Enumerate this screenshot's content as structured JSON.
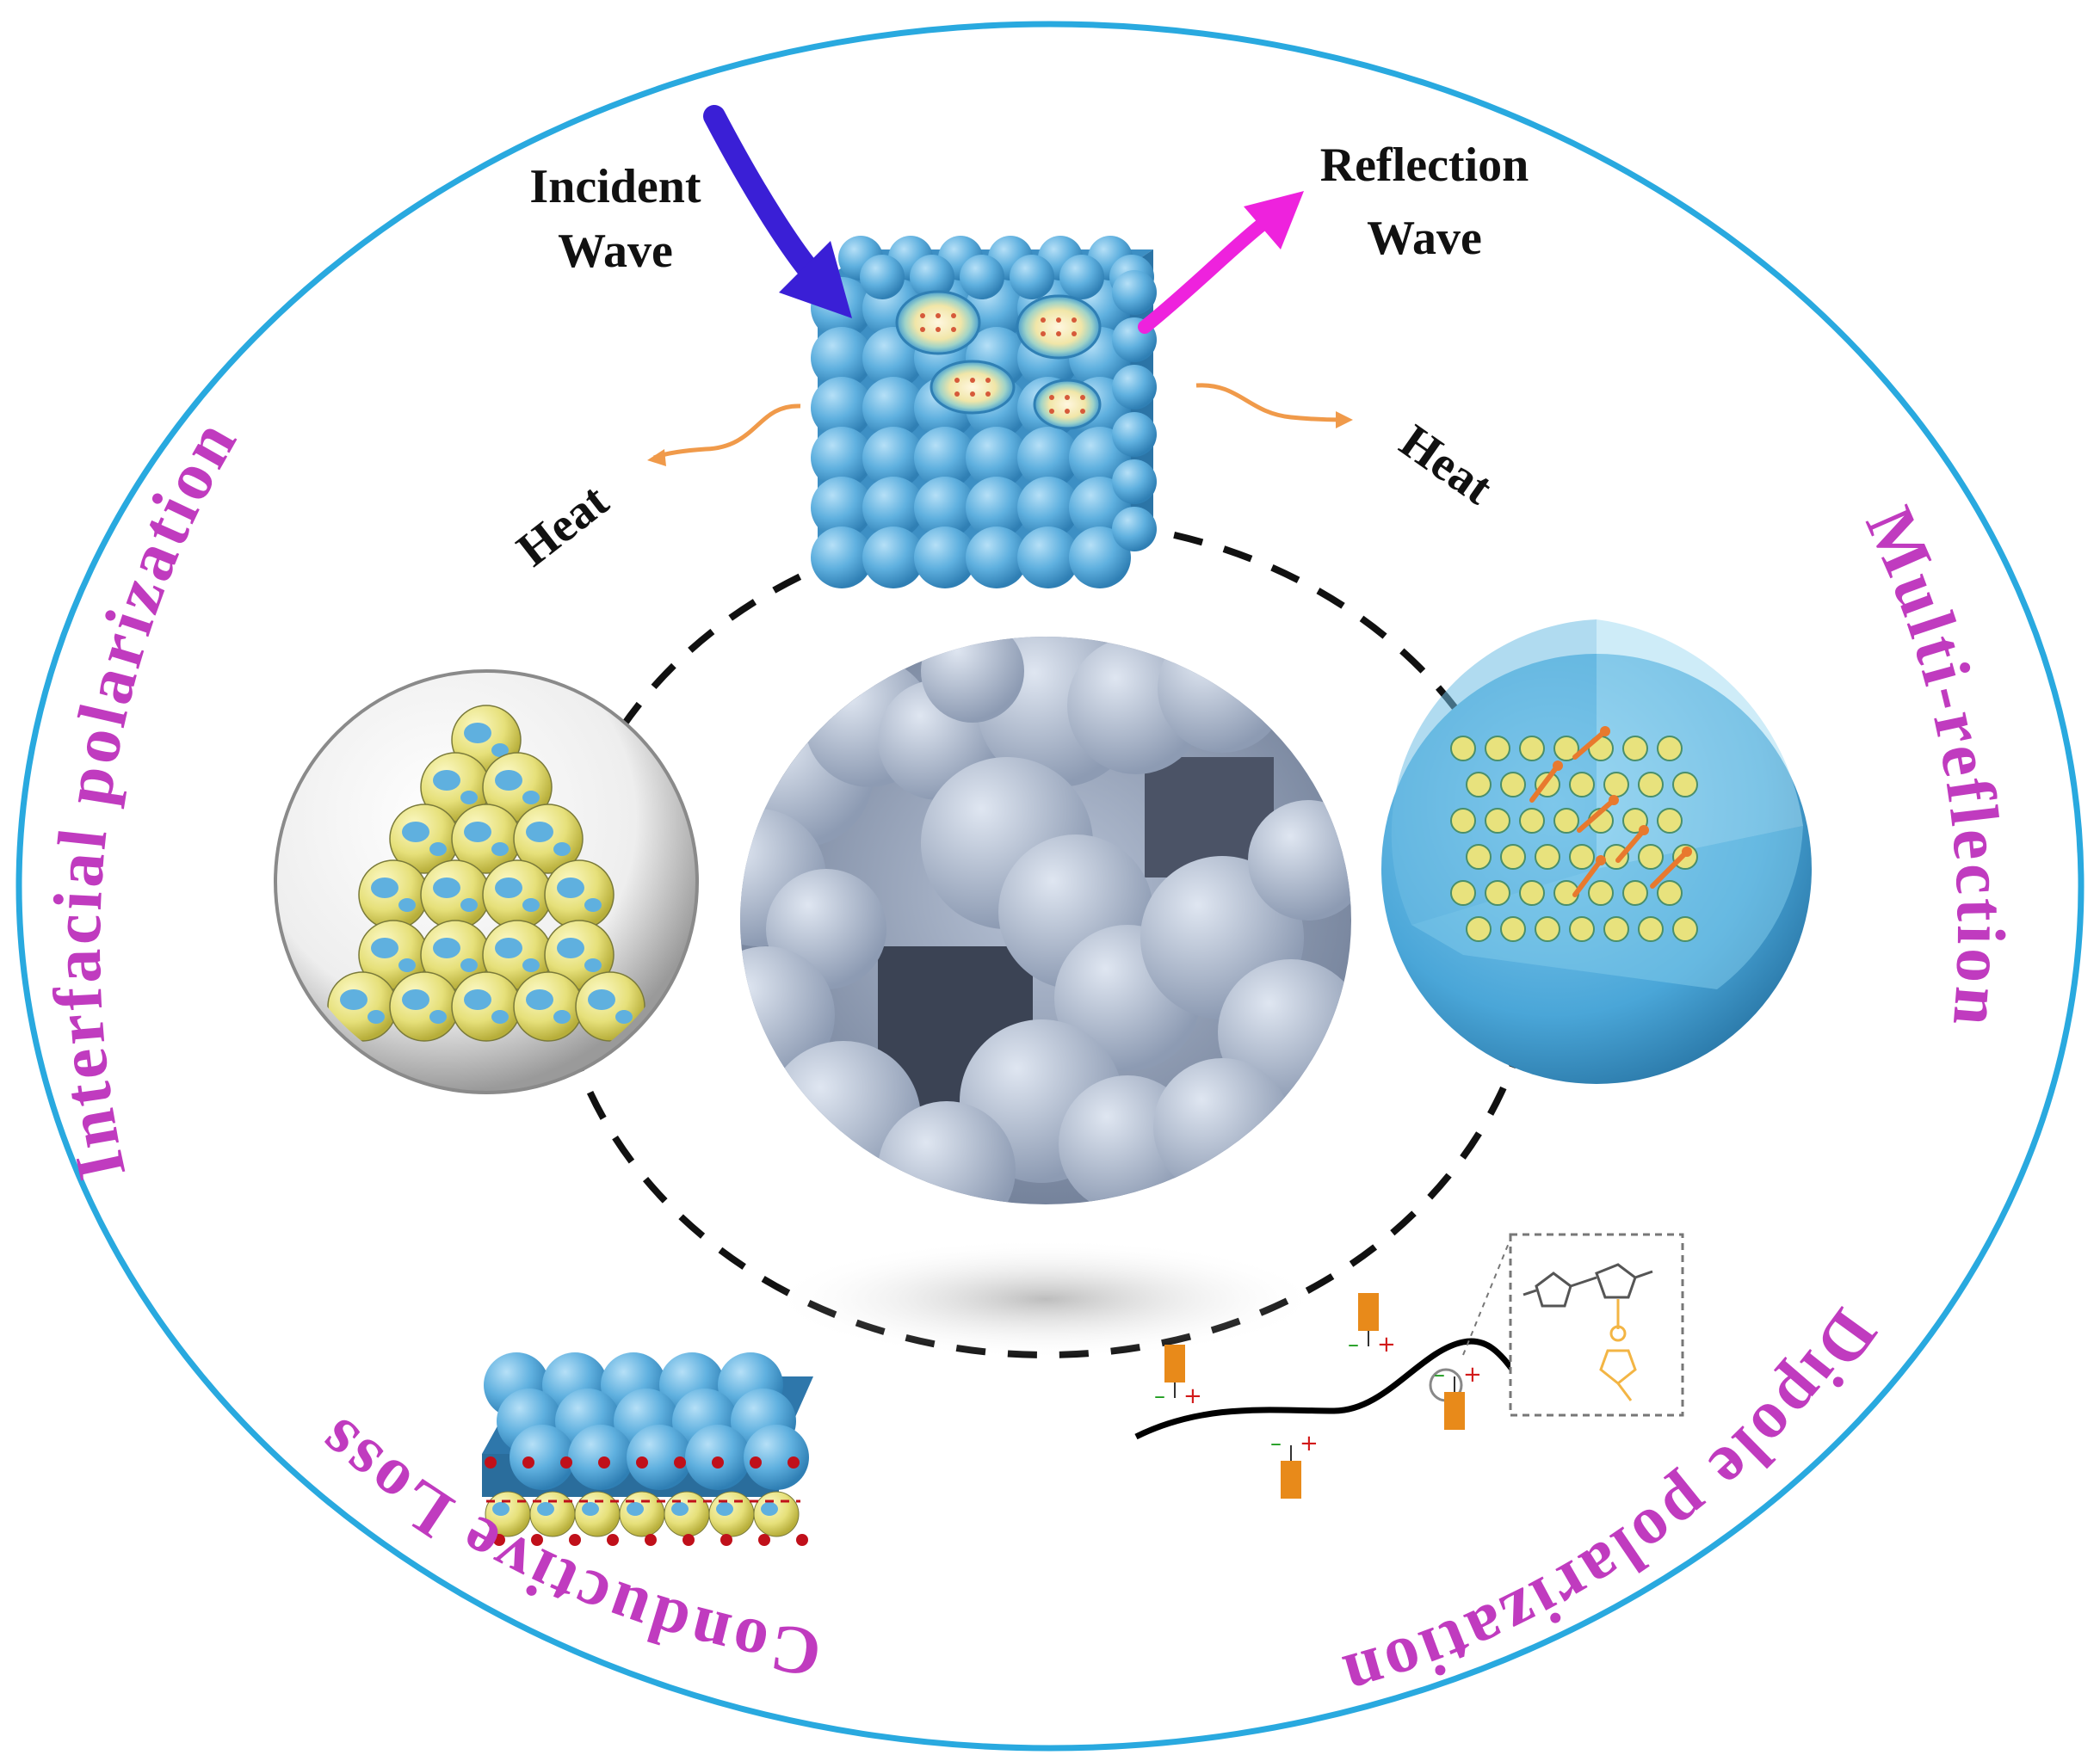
{
  "labels": {
    "incident_line1": "Incident",
    "incident_line2": "Wave",
    "reflection_line1": "Reflection",
    "reflection_line2": "Wave",
    "heat_left": "Heat",
    "heat_right": "Heat",
    "interfacial": "Interfacial  polarization",
    "multi_reflection": "Multi-reflection",
    "dipole": "Dipole polarization",
    "conductive": "Conductive  Loss"
  },
  "colors": {
    "outer_ring": "#29a9df",
    "mechanism_text": "#c03bbf",
    "incident_arrow": "#3a1fd6",
    "reflection_arrow": "#ee22dd",
    "heat_arrow": "#f09a4a",
    "particle_blue": "#5fb0df",
    "particle_yellow": "#e6e07a",
    "sem_gray": "#8f9cb3"
  },
  "icons": {
    "cube": "particle-cube-icon",
    "interfacial": "encapsulated-particles-sphere-icon",
    "multi_reflection": "cutaway-sphere-icon",
    "sem": "sem-micrograph-image",
    "conductive": "layered-particle-slab-icon",
    "dipole": "polymer-chain-dipole-icon"
  }
}
